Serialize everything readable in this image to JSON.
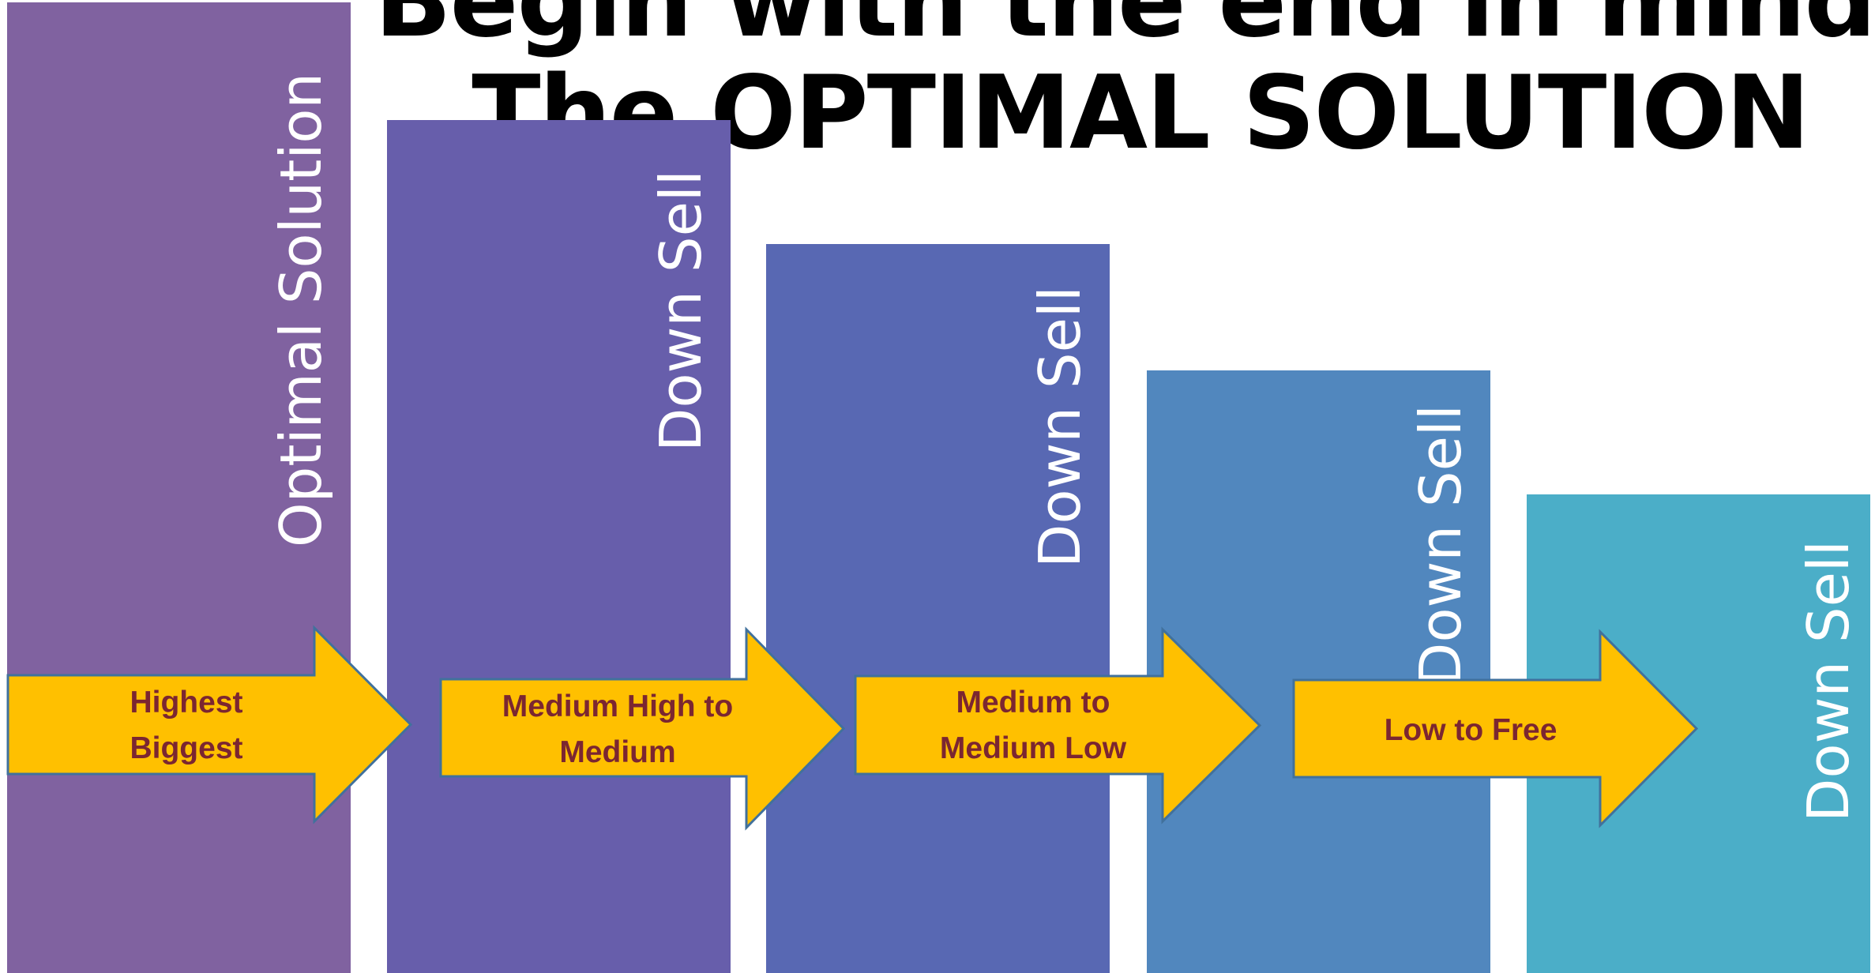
{
  "title": {
    "line1": "Begin with the end in mind",
    "line2": "The OPTIMAL SOLUTION"
  },
  "bars": [
    {
      "label": "Optimal Solution",
      "color": "#8062a0"
    },
    {
      "label": "Down Sell",
      "color": "#675eab"
    },
    {
      "label": "Down Sell",
      "color": "#5868b3"
    },
    {
      "label": "Down Sell",
      "color": "#5187be"
    },
    {
      "label": "Down Sell",
      "color": "#4baec8"
    }
  ],
  "arrows": [
    {
      "lines": [
        "Highest",
        "Biggest"
      ]
    },
    {
      "lines": [
        "Medium High to",
        "Medium"
      ]
    },
    {
      "lines": [
        "Medium to",
        "Medium Low"
      ]
    },
    {
      "lines": [
        "Low to Free"
      ]
    }
  ],
  "colors": {
    "arrow_fill": "#ffc000",
    "arrow_stroke": "#41719c",
    "arrow_text": "#7b2631"
  }
}
